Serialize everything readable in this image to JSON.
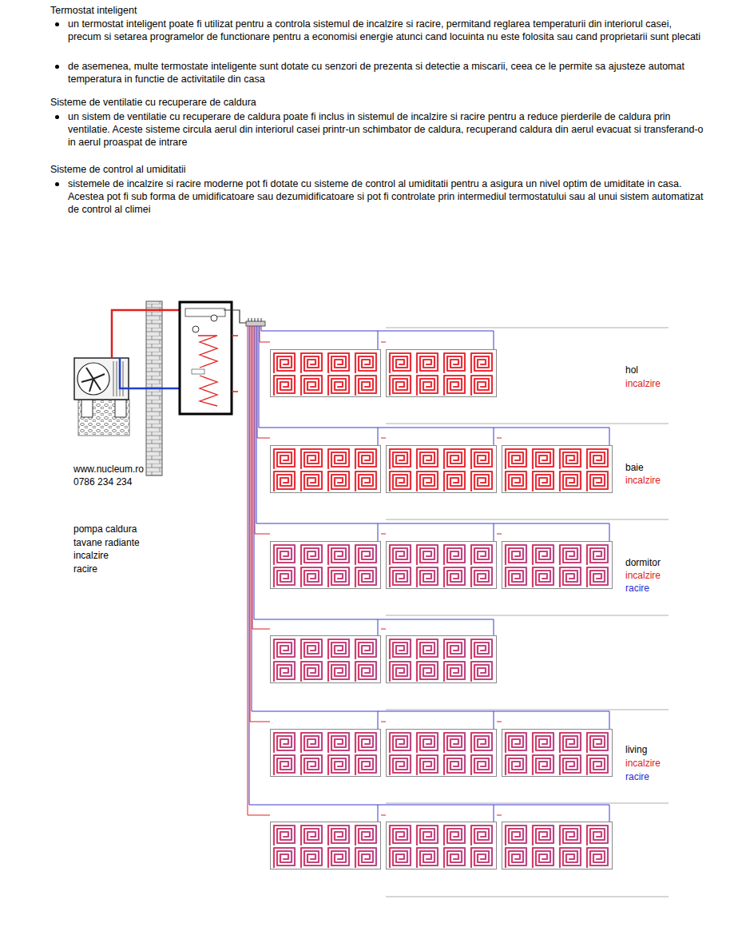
{
  "diagram": {
    "labels": [
      "Termostat inteligent",
      "un termostat inteligent poate fi utilizat pentru a controla sistemul de incalzire si racire, permitand reglarea temperaturii din interiorul casei, precum si setarea programelor de functionare pentru a economisi energie atunci cand locuinta nu este folosita sau cand proprietarii sunt plecati",
      "de asemenea, multe termostate inteligente sunt dotate cu senzori de prezenta si detectie a miscarii, ceea ce le permite sa ajusteze automat temperatura in functie de activitatile din casa",
      "Sisteme de ventilatie cu recuperare de caldura",
      "un sistem de ventilatie cu recuperare de caldura poate fi inclus in sistemul de incalzire si racire pentru a reduce pierderile de caldura prin ventilatie. Aceste sisteme circula aerul din interiorul casei printr-un schimbator de caldura, recuperand caldura din aerul evacuat si transferand-o in aerul proaspat de intrare",
      "Sisteme de control al umiditatii",
      "sistemele de incalzire si racire moderne pot fi dotate cu sisteme de control al umiditatii pentru a asigura un nivel optim de umiditate in casa. Acestea pot fi sub forma de umidificatoare sau dezumidificatoare si pot fi controlate prin intermediul termostatului sau al unui sistem automatizat de control al climei",
      "www.nucleum.ro",
      "0786 234 234",
      "pompa caldura",
      "tavane radiante",
      "incalzire",
      "racire",
      "hol",
      "incalzire",
      "baie",
      "incalzire",
      "dormitor",
      "incalzire",
      "racire",
      "living",
      "incalzire",
      "racire"
    ]
  }
}
